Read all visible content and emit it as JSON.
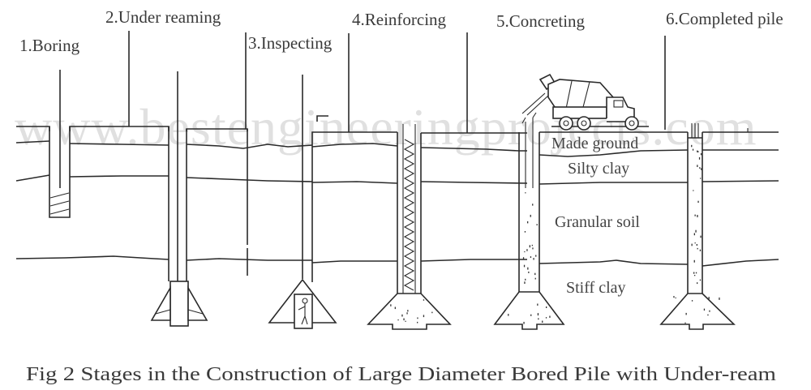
{
  "watermark": "www.bestengineeringprojects.com",
  "stages": [
    {
      "number": "1",
      "label": "1.Boring"
    },
    {
      "number": "2",
      "label": "2.Under reaming"
    },
    {
      "number": "3",
      "label": "3.Inspecting"
    },
    {
      "number": "4",
      "label": "4.Reinforcing"
    },
    {
      "number": "5",
      "label": "5.Concreting"
    },
    {
      "number": "6",
      "label": "6.Completed pile"
    }
  ],
  "soil_layers": [
    {
      "label": "Made ground"
    },
    {
      "label": "Silty clay"
    },
    {
      "label": "Granular soil"
    },
    {
      "label": "Stiff clay"
    }
  ],
  "caption": "Fig 2 Stages in the Construction of Large Diameter Bored Pile with Under-ream"
}
